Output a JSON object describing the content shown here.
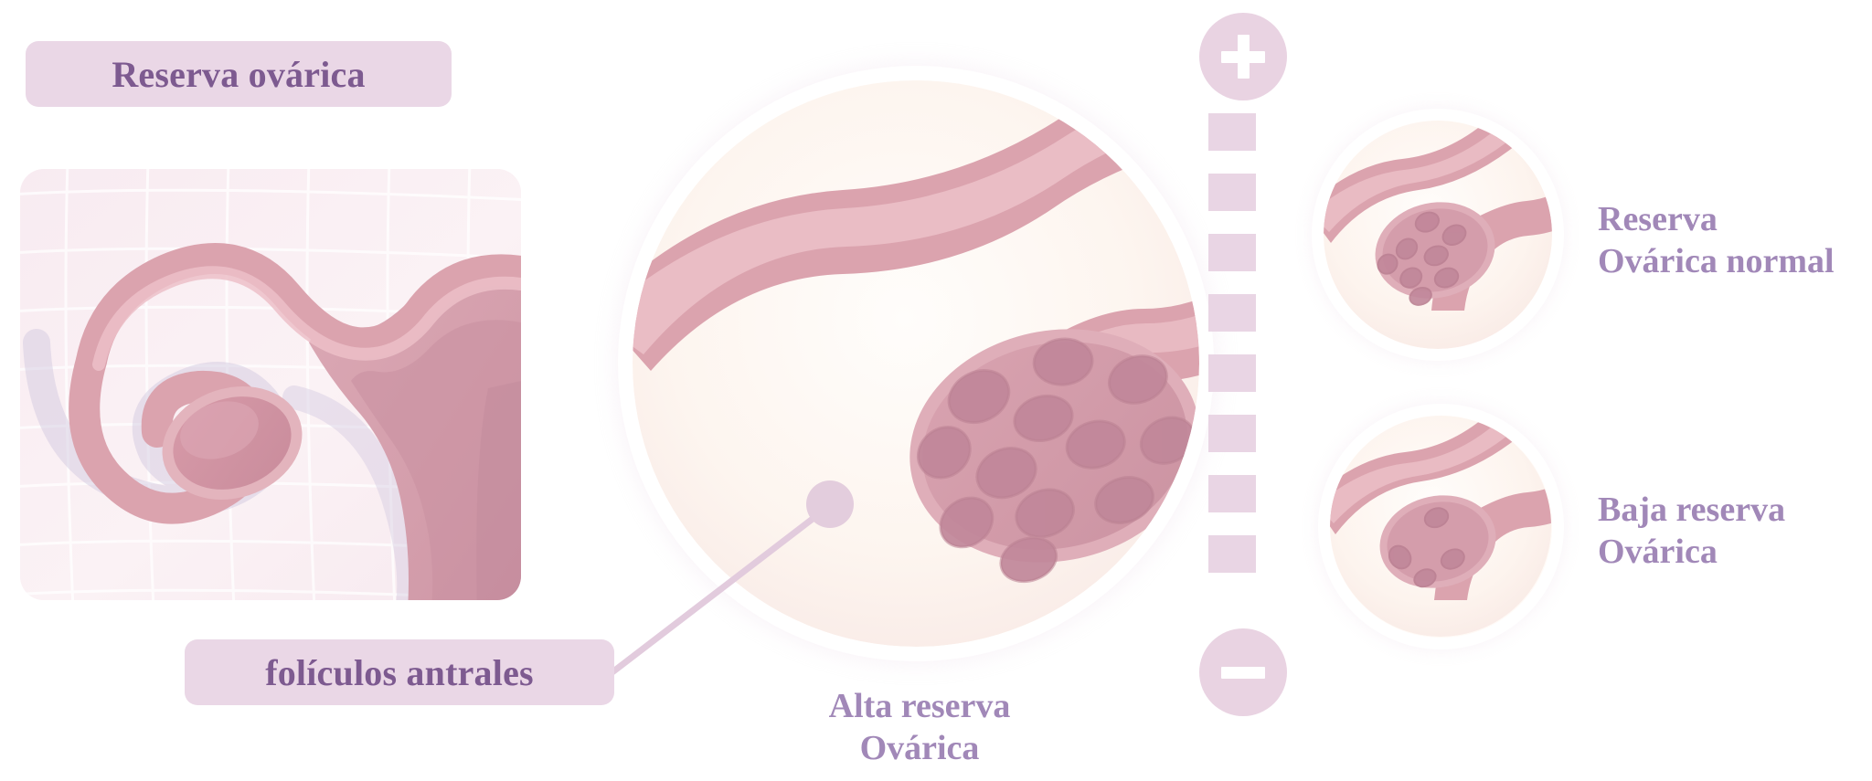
{
  "page": {
    "title": "Reserva ovárica",
    "language": "es",
    "background_color": "#ffffff"
  },
  "labels": {
    "title_pill": "Reserva ovárica",
    "follicle_pill": "folículos antrales",
    "high_reserve_line1": "Alta reserva",
    "high_reserve_line2": "Ovárica",
    "normal_reserve_line1": "Reserva",
    "normal_reserve_line2": "Ovárica normal",
    "low_reserve_line1": "Baja reserva",
    "low_reserve_line2": "Ovárica"
  },
  "scale": {
    "plus_symbol": "+",
    "minus_symbol": "−",
    "tick_count": 8
  },
  "illustrations": {
    "uterus_panel": {
      "name": "uterus-and-ovary-anatomy",
      "has_grid": true
    },
    "high_reserve_circle": {
      "name": "ovary-high-reserve",
      "follicle_count": 12
    },
    "normal_reserve_circle": {
      "name": "ovary-normal-reserve",
      "follicle_count": 8
    },
    "low_reserve_circle": {
      "name": "ovary-low-reserve",
      "follicle_count": 4
    }
  },
  "colors": {
    "pill_background": "#ead7e6",
    "pill_text": "#7d5a90",
    "caption_text": "#a188b8",
    "scale_fill": "#e9d3e2",
    "tube_pink": "#d79aa6",
    "tube_light": "#e8b9c2",
    "ovary_body": "#d4a1ae",
    "follicle_fill": "#c98e9e",
    "panel_background": "#faeef3",
    "connector_line": "#e2cbdd"
  }
}
